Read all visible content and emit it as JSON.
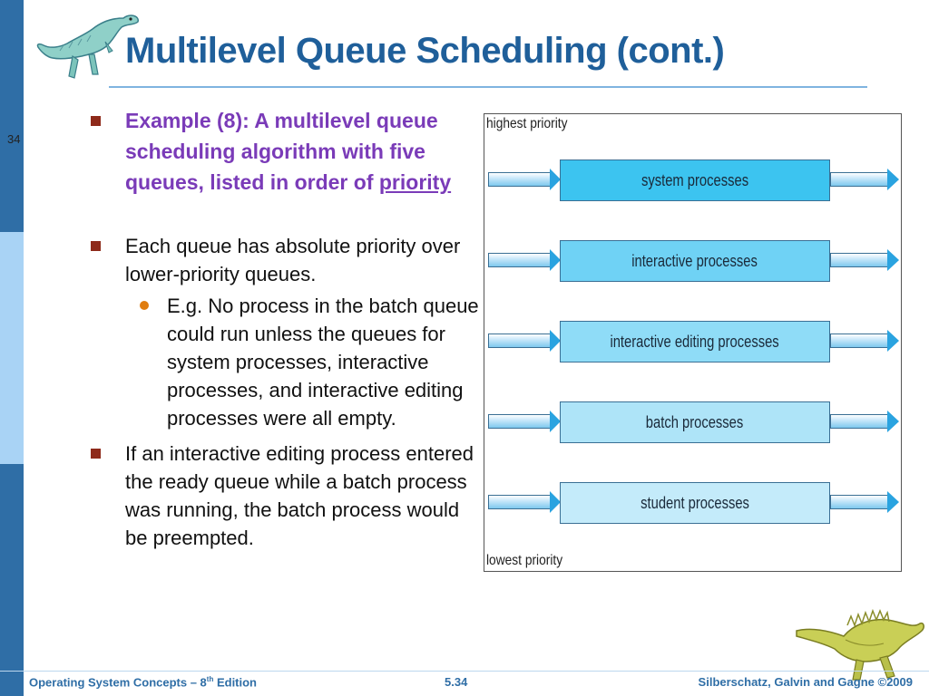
{
  "slide": {
    "number": "34",
    "title": "Multilevel Queue Scheduling (cont.)"
  },
  "bullets": {
    "b1_text": "Example (8): A multilevel queue scheduling algorithm with five queues, listed in order of ",
    "b1_link": "priority",
    "b2_text": "Each queue has absolute priority over lower-priority queues.",
    "b2_sub": "E.g. No process in the batch queue could run unless the queues for system processes, interactive processes, and interactive editing processes were all empty.",
    "b3_text": "If an interactive editing process entered the ready queue while a batch process was running, the batch process would be preempted."
  },
  "diagram": {
    "top_label": "highest priority",
    "bottom_label": "lowest priority",
    "queues": [
      {
        "label": "system processes",
        "color": "#3cc4f0"
      },
      {
        "label": "interactive processes",
        "color": "#6fd2f5"
      },
      {
        "label": "interactive editing processes",
        "color": "#8fdcf7"
      },
      {
        "label": "batch processes",
        "color": "#aee4f8"
      },
      {
        "label": "student processes",
        "color": "#c4ebfa"
      }
    ]
  },
  "footer": {
    "left_prefix": "Operating System Concepts – 8",
    "left_sup": "th",
    "left_suffix": " Edition",
    "center": "5.34",
    "right": "Silberschatz, Galvin and Gagne ©2009"
  },
  "icons": {
    "top": "dinosaur-icon",
    "bottom": "dinosaur-icon"
  }
}
